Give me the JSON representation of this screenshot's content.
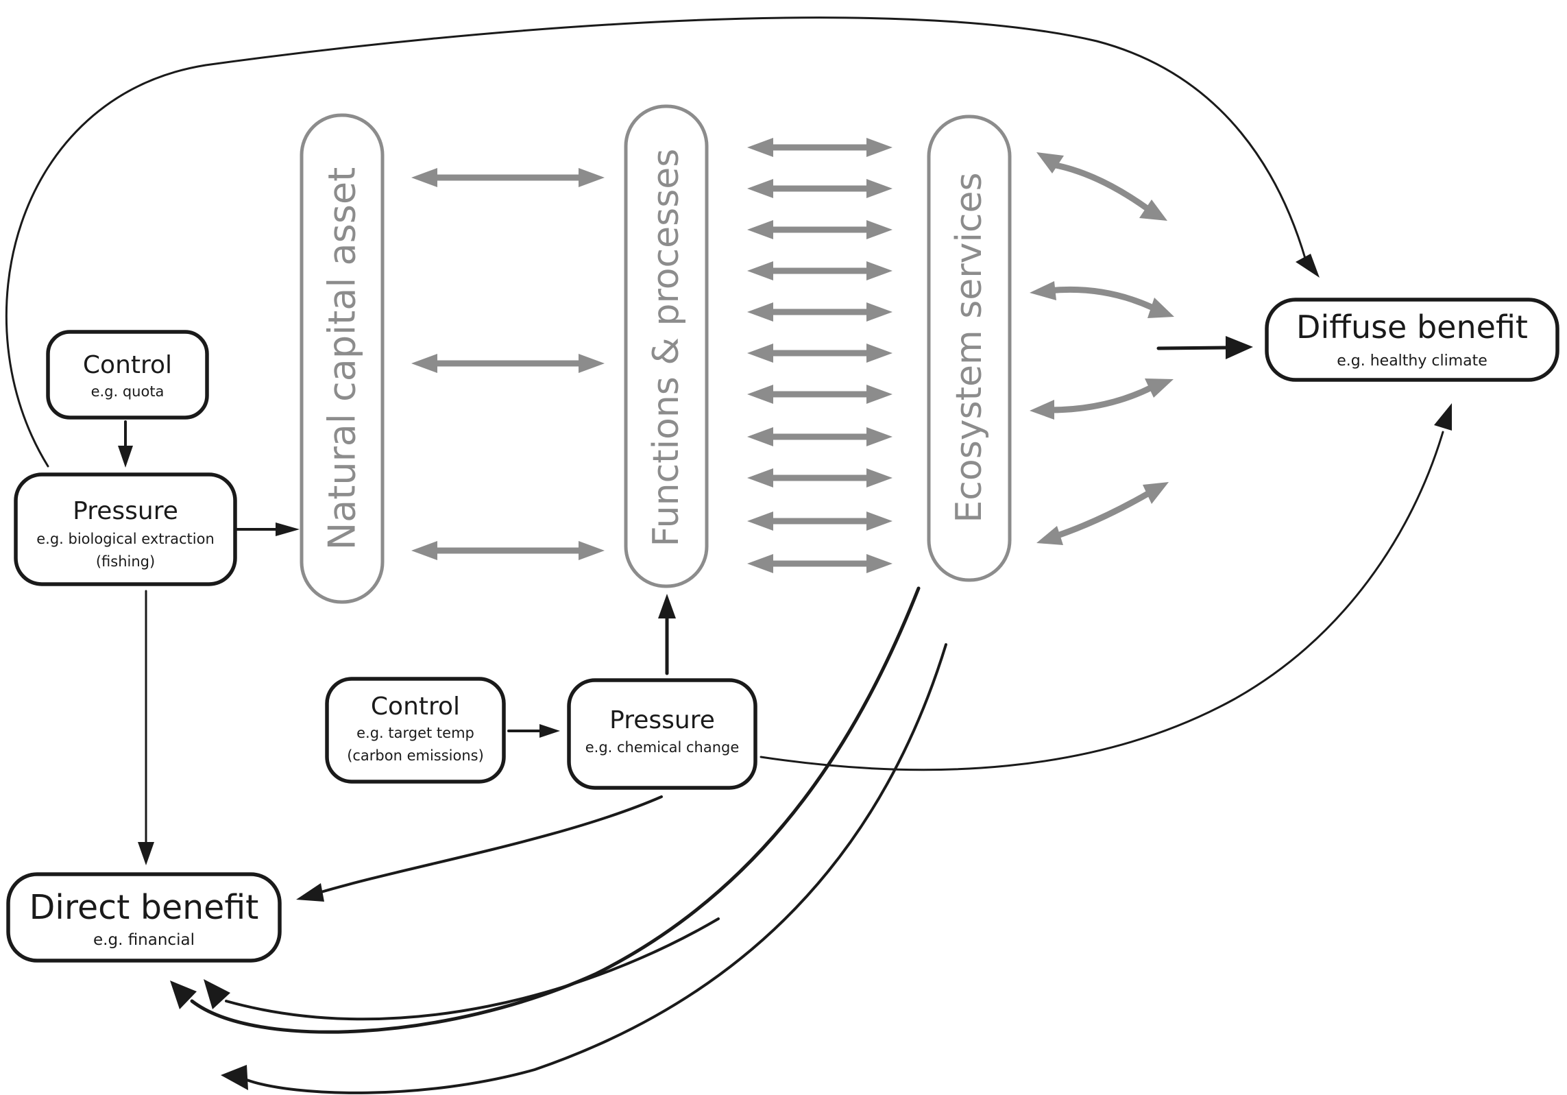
{
  "colors": {
    "black": "#1a1a1a",
    "grey": "#8c8c8c",
    "background": "#ffffff"
  },
  "pillars": {
    "natural_capital": "Natural capital asset",
    "functions": "Functions & processes",
    "ecosystem": "Ecosystem services"
  },
  "nodes": {
    "control_top": {
      "title": "Control",
      "sub": "e.g. quota"
    },
    "pressure_left": {
      "title": "Pressure",
      "sub1": "e.g. biological extraction",
      "sub2": "(fishing)"
    },
    "control_bottom": {
      "title": "Control",
      "sub1": "e.g. target temp",
      "sub2": "(carbon emissions)"
    },
    "pressure_mid": {
      "title": "Pressure",
      "sub": "e.g. chemical change"
    },
    "diffuse": {
      "title": "Diffuse benefit",
      "sub": "e.g. healthy climate"
    },
    "direct": {
      "title": "Direct benefit",
      "sub": "e.g. financial"
    }
  }
}
